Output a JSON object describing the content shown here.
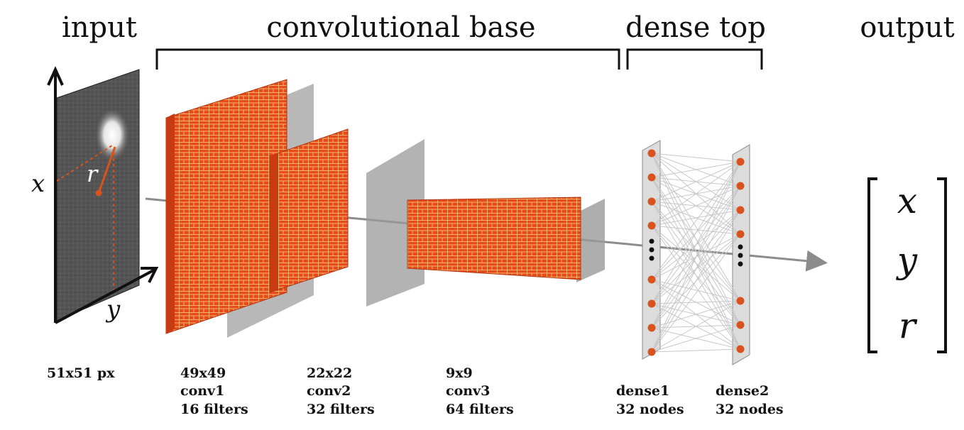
{
  "headers": {
    "input": "input",
    "conv_base": "convolutional base",
    "dense_top": "dense top",
    "output": "output"
  },
  "input_image": {
    "axis_x": "x",
    "axis_y": "y",
    "radius": "r",
    "size_label": "51x51 px"
  },
  "layers": [
    {
      "size": "49x49",
      "name": "conv1",
      "detail": "16 filters"
    },
    {
      "size": "22x22",
      "name": "conv2",
      "detail": "32 filters"
    },
    {
      "size": "9x9",
      "name": "conv3",
      "detail": "64 filters"
    }
  ],
  "dense": [
    {
      "name": "dense1",
      "detail": "32 nodes"
    },
    {
      "name": "dense2",
      "detail": "32 nodes"
    }
  ],
  "output_vector": [
    "x",
    "y",
    "r"
  ],
  "colors": {
    "filter_fill": "#e84a1c",
    "filter_line": "#f6b36a",
    "node": "#d9531e",
    "pool_plane": "#9a9a9a",
    "arrow": "#8c8c8c",
    "accent": "#d9531e"
  }
}
